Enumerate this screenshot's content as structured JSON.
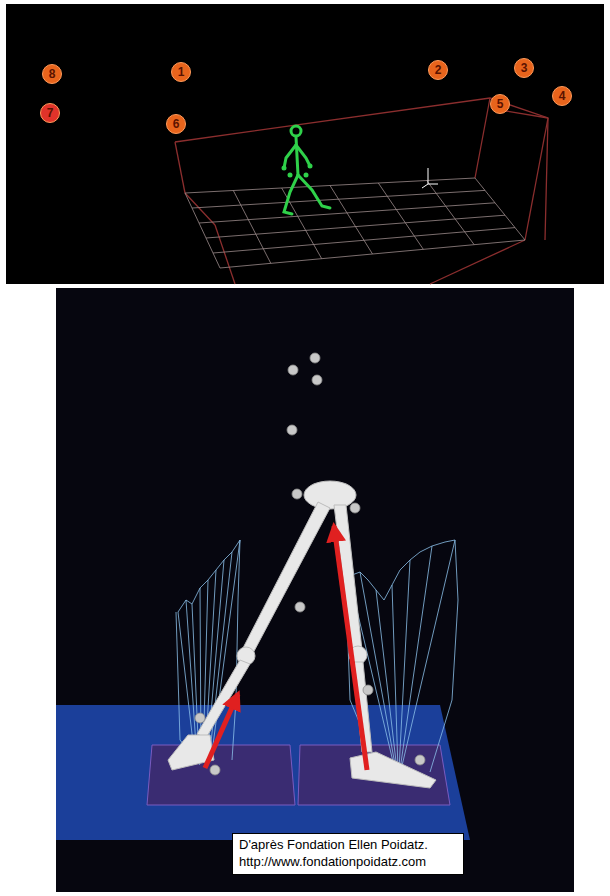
{
  "diagram": {
    "caption": "D'après Fondation Ellen Poidatz. http://www.fondationpoidatz.com",
    "nodes": [
      {
        "text": [
          "8"
        ]
      },
      {
        "text": [
          "1"
        ]
      },
      {
        "text": [
          "2"
        ]
      },
      {
        "text": [
          "3"
        ]
      },
      {
        "text": [
          "4"
        ]
      },
      {
        "text": [
          "7"
        ]
      },
      {
        "text": [
          "6"
        ]
      },
      {
        "text": [
          "5"
        ]
      }
    ]
  }
}
